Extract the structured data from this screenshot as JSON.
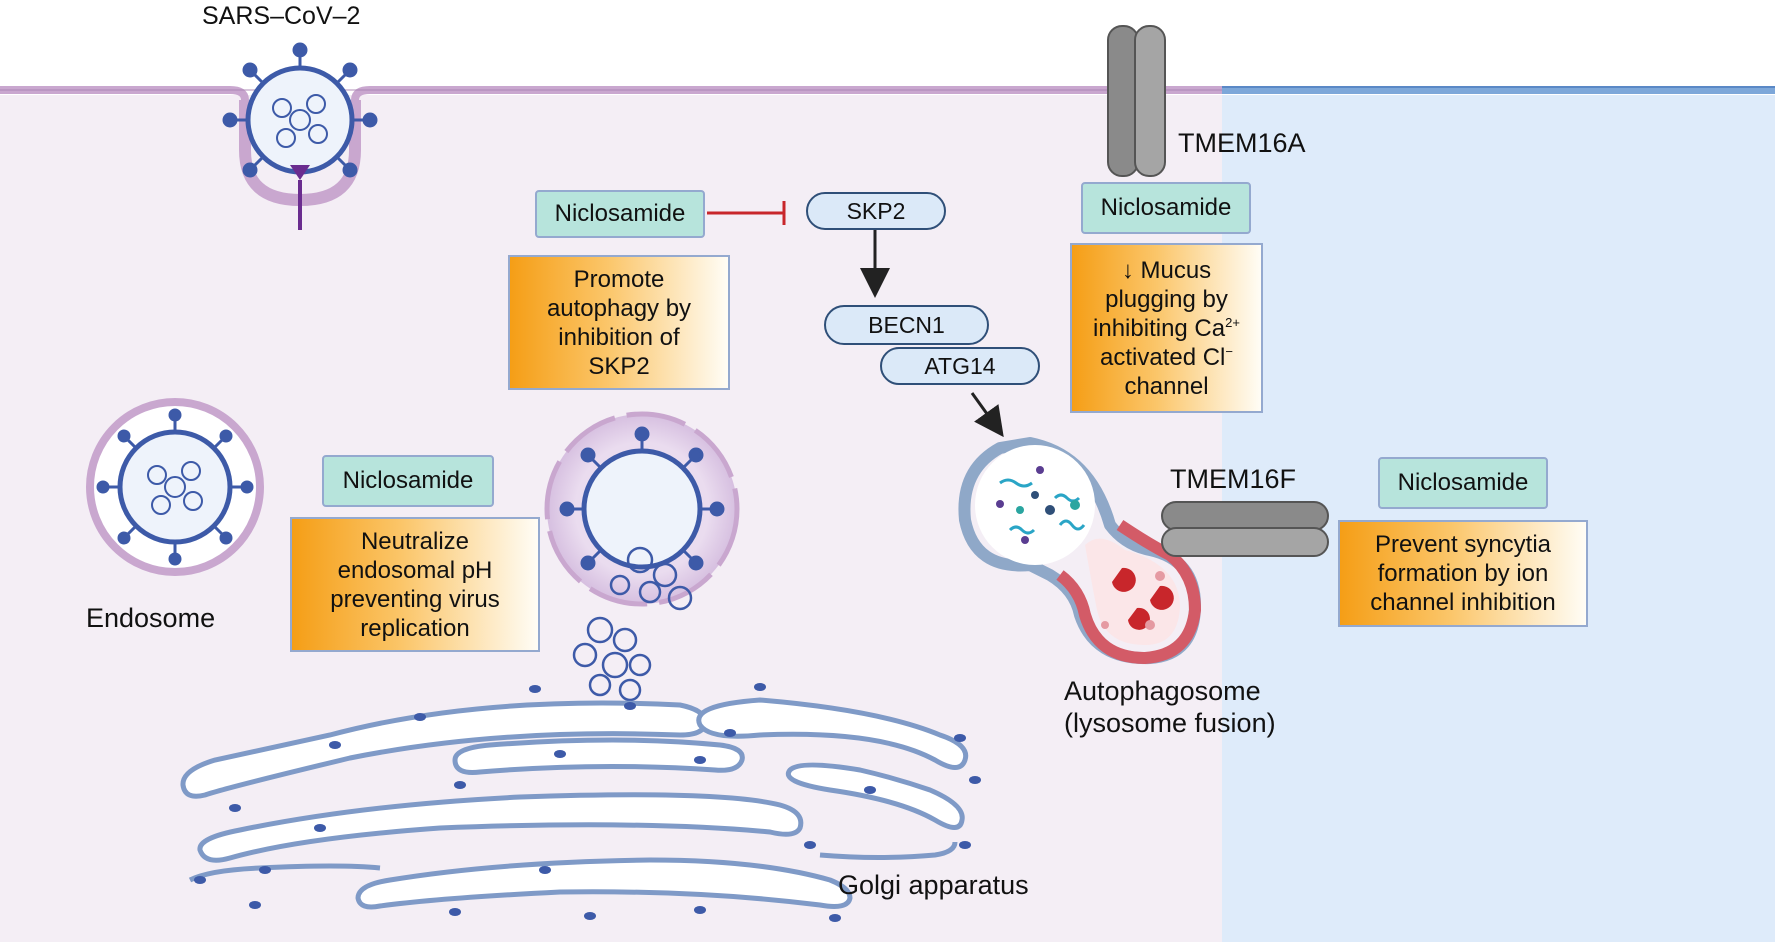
{
  "labels": {
    "virus": "SARS–CoV–2",
    "tmem16a": "TMEM16A",
    "tmem16f": "TMEM16F",
    "endosome": "Endosome",
    "autophagosome_line1": "Autophagosome",
    "autophagosome_line2": "(lysosome fusion)",
    "golgi": "Golgi apparatus"
  },
  "drug_tags": {
    "skp2_drug": "Niclosamide",
    "tmem16a_drug": "Niclosamide",
    "endosome_drug": "Niclosamide",
    "tmem16f_drug": "Niclosamide"
  },
  "proteins": {
    "skp2": "SKP2",
    "becn1": "BECN1",
    "atg14": "ATG14"
  },
  "notes": {
    "autophagy": [
      "Promote",
      "autophagy by",
      "inhibition of",
      "SKP2"
    ],
    "endosomal": [
      "Neutralize",
      "endosomal pH",
      "preventing virus",
      "replication"
    ],
    "mucus": {
      "line1_arrow": "↓",
      "line1": "Mucus",
      "line2": "plugging by",
      "line3_pre": "inhibiting Ca",
      "line3_sup": "2+",
      "line4_pre": "activated Cl",
      "line4_sup": "−",
      "line5": "channel"
    },
    "syncytia": [
      "Prevent syncytia",
      "formation by ion",
      "channel inhibition"
    ]
  },
  "colors": {
    "cytoplasm": "#f4eef5",
    "extracellular_right": "#deebfa",
    "membrane_purple": "#c9a7cf",
    "membrane_blue": "#7da7d9",
    "drug_tag_fill": "#b7e4dc",
    "note_orange": "#f59e16",
    "inhibition_line": "#c8262b",
    "virus_spike": "#3d5aa8",
    "lysosome_red": "#d35b67",
    "channel_gray": "#8a8a8a"
  }
}
